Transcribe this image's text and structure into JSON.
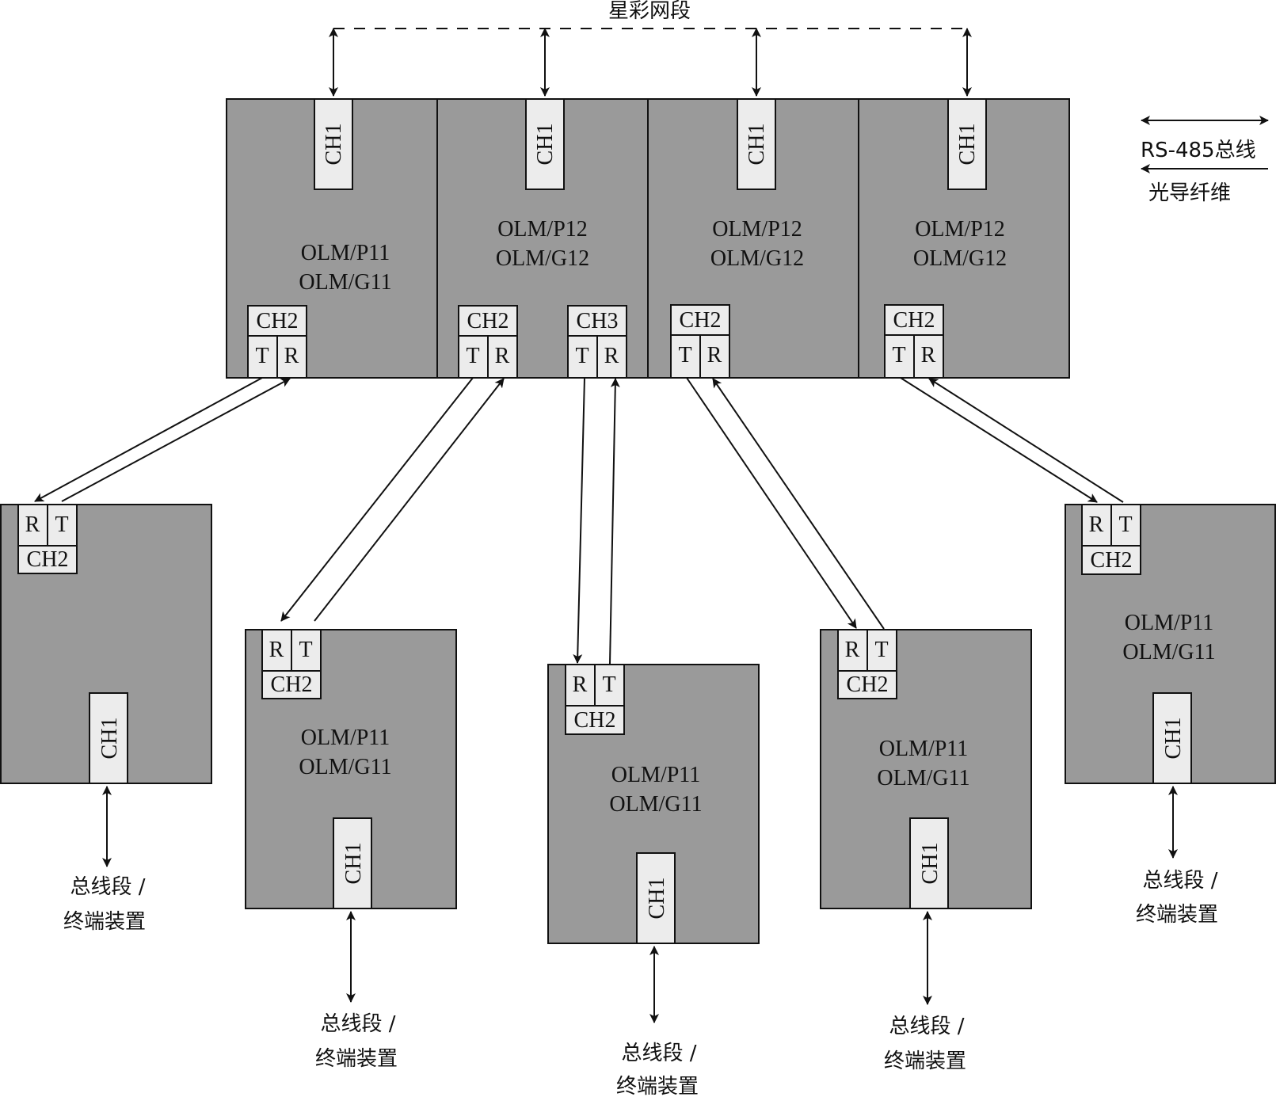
{
  "title": "星彩网段",
  "legend": {
    "rs485_label": "RS-485总线",
    "fiber_label": "光导纤维"
  },
  "colors": {
    "module_fill": "#9a9a9a",
    "port_fill": "#ececec",
    "line": "#111111",
    "background": "#ffffff"
  },
  "top_modules": [
    {
      "id": "top-1",
      "line1": "OLM/P11",
      "line2": "OLM/G11",
      "ch1": "CH1",
      "ports": [
        {
          "name": "CH2",
          "t": "T",
          "r": "R"
        }
      ]
    },
    {
      "id": "top-2",
      "line1": "OLM/P12",
      "line2": "OLM/G12",
      "ch1": "CH1",
      "ports": [
        {
          "name": "CH2",
          "t": "T",
          "r": "R"
        },
        {
          "name": "CH3",
          "t": "T",
          "r": "R"
        }
      ]
    },
    {
      "id": "top-3",
      "line1": "OLM/P12",
      "line2": "OLM/G12",
      "ch1": "CH1",
      "ports": [
        {
          "name": "CH2",
          "t": "T",
          "r": "R"
        }
      ]
    },
    {
      "id": "top-4",
      "line1": "OLM/P12",
      "line2": "OLM/G12",
      "ch1": "CH1",
      "ports": [
        {
          "name": "CH2",
          "t": "T",
          "r": "R"
        }
      ]
    }
  ],
  "bottom_modules": [
    {
      "id": "bottom-1",
      "line1": "",
      "line2": "",
      "ch1": "CH1",
      "port": {
        "name": "CH2",
        "r": "R",
        "t": "T"
      },
      "bus_line1": "总线段 /",
      "bus_line2": "终端装置"
    },
    {
      "id": "bottom-2",
      "line1": "OLM/P11",
      "line2": "OLM/G11",
      "ch1": "CH1",
      "port": {
        "name": "CH2",
        "r": "R",
        "t": "T"
      },
      "bus_line1": "总线段 /",
      "bus_line2": "终端装置"
    },
    {
      "id": "bottom-3",
      "line1": "OLM/P11",
      "line2": "OLM/G11",
      "ch1": "CH1",
      "port": {
        "name": "CH2",
        "r": "R",
        "t": "T"
      },
      "bus_line1": "总线段 /",
      "bus_line2": "终端装置"
    },
    {
      "id": "bottom-4",
      "line1": "OLM/P11",
      "line2": "OLM/G11",
      "ch1": "CH1",
      "port": {
        "name": "CH2",
        "r": "R",
        "t": "T"
      },
      "bus_line1": "总线段 /",
      "bus_line2": "终端装置"
    },
    {
      "id": "bottom-5",
      "line1": "OLM/P11",
      "line2": "OLM/G11",
      "ch1": "CH1",
      "port": {
        "name": "CH2",
        "r": "R",
        "t": "T"
      },
      "bus_line1": "总线段 /",
      "bus_line2": "终端装置"
    }
  ],
  "fiber_links": [
    {
      "from": "top-1.CH2",
      "to": "bottom-1.CH2"
    },
    {
      "from": "top-2.CH2",
      "to": "bottom-2.CH2"
    },
    {
      "from": "top-2.CH3",
      "to": "bottom-3.CH2"
    },
    {
      "from": "top-3.CH2",
      "to": "bottom-4.CH2"
    },
    {
      "from": "top-4.CH2",
      "to": "bottom-5.CH2"
    }
  ]
}
